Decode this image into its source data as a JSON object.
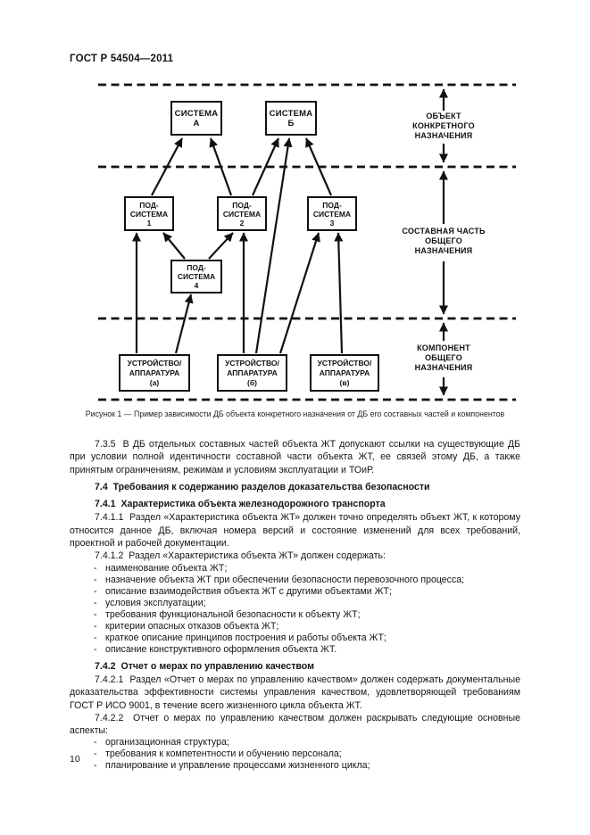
{
  "page": {
    "header": "ГОСТ Р 54504—2011",
    "page_number": "10"
  },
  "figure": {
    "caption": "Рисунок  1 — Пример зависимости ДБ объекта конкретного назначения от ДБ его составных частей и компонентов",
    "boxes": {
      "sistema_a": [
        "СИСТЕМА",
        "А"
      ],
      "sistema_b": [
        "СИСТЕМА",
        "Б"
      ],
      "pod1": [
        "ПОД-",
        "СИСТЕМА",
        "1"
      ],
      "pod2": [
        "ПОД-",
        "СИСТЕМА",
        "2"
      ],
      "pod3": [
        "ПОД-",
        "СИСТЕМА",
        "3"
      ],
      "pod4": [
        "ПОД-",
        "СИСТЕМА",
        "4"
      ],
      "dev_a": [
        "УСТРОЙСТВО/",
        "АППАРАТУРА",
        "(а)"
      ],
      "dev_b": [
        "УСТРОЙСТВО/",
        "АППАРАТУРА",
        "(б)"
      ],
      "dev_v": [
        "УСТРОЙСТВО/",
        "АППАРАТУРА",
        "(в)"
      ]
    },
    "zones": {
      "zone1": [
        "ОБЪЕКТ",
        "КОНКРЕТНОГО",
        "НАЗНАЧЕНИЯ"
      ],
      "zone2": [
        "СОСТАВНАЯ ЧАСТЬ",
        "ОБЩЕГО",
        "НАЗНАЧЕНИЯ"
      ],
      "zone3": [
        "КОМПОНЕНТ",
        "ОБЩЕГО",
        "НАЗНАЧЕНИЯ"
      ]
    }
  },
  "content": {
    "list_marker": "-",
    "para_735": "7.3.5  В ДБ отдельных составных частей объекта ЖТ допускают ссылки на существующие ДБ при условии полной идентичности составной части объекта ЖТ, ее связей этому ДБ, а также принятым ограничениям, режимам и условиям эксплуатации и ТОиР.",
    "heading_74": "7.4  Требования к содержанию разделов доказательства безопасности",
    "heading_741": "7.4.1  Характеристика объекта железнодорожного транспорта",
    "para_7411": "7.4.1.1  Раздел «Характеристика объекта ЖТ» должен точно определять объект ЖТ, к которому относится данное ДБ, включая номера версий и состояние изменений для всех требований, проектной и рабочей документации.",
    "para_7412": "7.4.1.2  Раздел «Характеристика объекта ЖТ» должен содержать:",
    "list_7412": [
      "наименование объекта ЖТ;",
      "назначение объекта ЖТ при обеспечении безопасности перевозочного процесса;",
      "описание взаимодействия объекта ЖТ с другими объектами ЖТ;",
      "условия эксплуатации;",
      "требования функциональной безопасности к объекту ЖТ;",
      "критерии опасных отказов объекта ЖТ;",
      "краткое описание принципов построения и работы объекта ЖТ;",
      "описание конструктивного оформления объекта ЖТ."
    ],
    "heading_742": "7.4.2  Отчет о мерах по управлению качеством",
    "para_7421": "7.4.2.1  Раздел «Отчет о мерах по управлению качеством» должен содержать документальные доказательства эффективности системы управления качеством, удовлетворяющей требованиям ГОСТ Р ИСО 9001, в течение всего жизненного цикла объекта ЖТ.",
    "para_7422": "7.4.2.2  Отчет о мерах по управлению качеством должен раскрывать следующие основные аспекты:",
    "list_7422": [
      "организационная структура;",
      "требования к компетентности и обучению персонала;",
      "планирование и управление процессами жизненного цикла;"
    ]
  }
}
